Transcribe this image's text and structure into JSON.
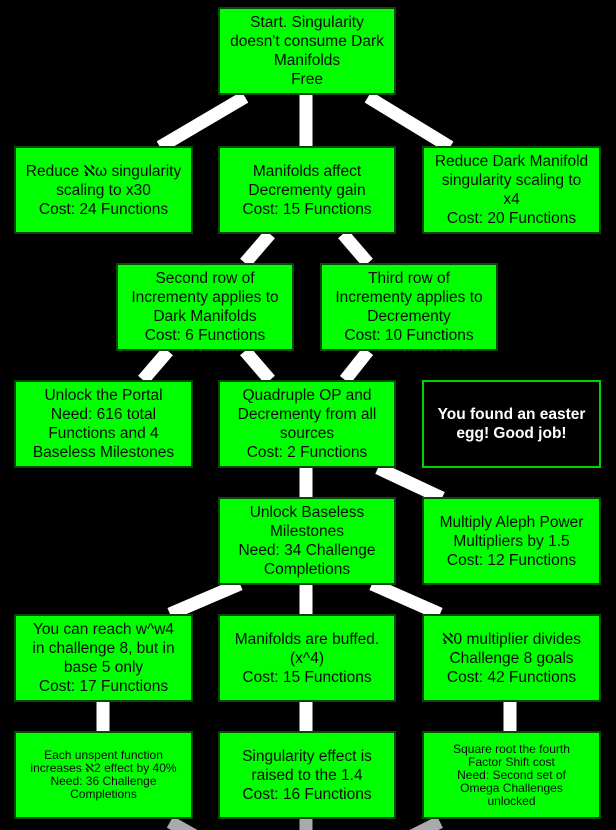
{
  "colors": {
    "background": "#000000",
    "node_fill": "#00ff00",
    "connector": "#ffffff",
    "bottom_connector": "#aaaaaa",
    "egg_border": "#00d400"
  },
  "nodes": {
    "start": {
      "lines": [
        "Start. Singularity",
        "doesn't consume Dark",
        "Manifolds",
        "Free"
      ]
    },
    "reduce_omega": {
      "lines": [
        "Reduce ℵω singularity",
        "scaling to x30",
        "Cost: 24 Functions"
      ]
    },
    "manifolds_decrementy": {
      "lines": [
        "Manifolds affect",
        "Decrementy gain",
        "Cost: 15 Functions"
      ]
    },
    "reduce_dark": {
      "lines": [
        "Reduce Dark Manifold",
        "singularity scaling to",
        "x4",
        "Cost: 20 Functions"
      ]
    },
    "second_row": {
      "lines": [
        "Second row of",
        "Incrementy applies to",
        "Dark Manifolds",
        "Cost: 6 Functions"
      ]
    },
    "third_row": {
      "lines": [
        "Third row of",
        "Incrementy applies to",
        "Decrementy",
        "Cost: 10 Functions"
      ]
    },
    "portal": {
      "lines": [
        "Unlock the Portal",
        "Need: 616 total",
        "Functions and 4",
        "Baseless Milestones"
      ]
    },
    "quadruple": {
      "lines": [
        "Quadruple OP and",
        "Decrementy from all",
        "sources",
        "Cost: 2 Functions"
      ]
    },
    "easter_egg": {
      "lines": [
        "You found an easter",
        "egg! Good job!"
      ]
    },
    "baseless": {
      "lines": [
        "Unlock Baseless",
        "Milestones",
        "Need: 34 Challenge",
        "Completions"
      ]
    },
    "aleph_power": {
      "lines": [
        "Multiply Aleph Power",
        "Multipliers by 1.5",
        "Cost: 12 Functions"
      ]
    },
    "reach_w4": {
      "lines": [
        "You can reach w^w4",
        "in challenge 8, but in",
        "base 5 only",
        "Cost: 17 Functions"
      ]
    },
    "manifolds_buffed": {
      "lines": [
        "Manifolds are buffed.",
        "(x^4)",
        "Cost: 15 Functions"
      ]
    },
    "aleph0": {
      "lines": [
        "ℵ0 multiplier divides",
        "Challenge 8 goals",
        "Cost: 42 Functions"
      ]
    },
    "unspent": {
      "lines": [
        "Each unspent function",
        "increases ℵ2 effect by 40%",
        "Need: 36 Challenge",
        "Completions"
      ]
    },
    "singularity_effect": {
      "lines": [
        "Singularity effect is",
        "raised to the 1.4",
        "Cost: 16 Functions"
      ]
    },
    "square_root": {
      "lines": [
        "Square root the fourth",
        "Factor Shift cost",
        "Need: Second set of",
        "Omega Challenges",
        "unlocked"
      ]
    }
  }
}
